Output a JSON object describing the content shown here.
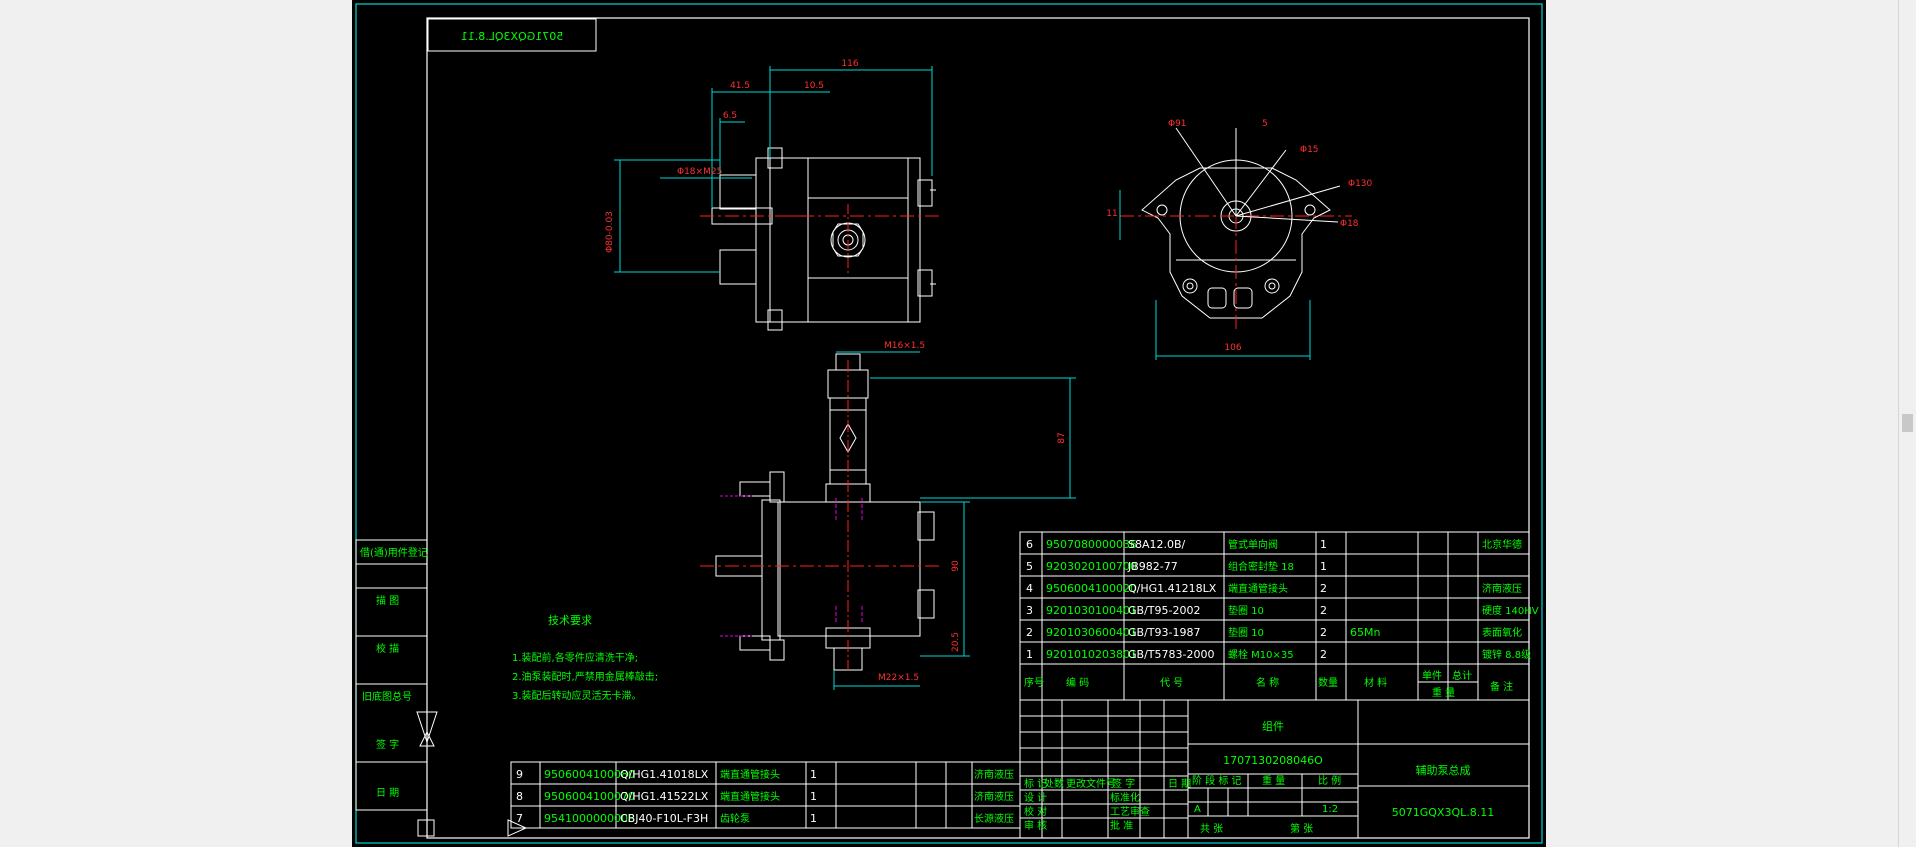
{
  "colors": {
    "background": "#000000",
    "frame": "#00d7d7",
    "outline": "#ffffff",
    "dimension": "#ff2020",
    "centerline": "#e000e0",
    "text": "#00ff00"
  },
  "stamp": {
    "code": "5071GQX3QL.8.11"
  },
  "dims": {
    "top_width": "116",
    "top_41": "41.5",
    "top_105": "10.5",
    "top_65": "6.5",
    "shaft": "Φ18×M25",
    "bore": "Φ80-0.03",
    "right_91": "Φ91",
    "right_key": "5",
    "right_phi15": "Φ15",
    "right_130": "Φ130",
    "right_phi18": "Φ18",
    "right_106": "106",
    "right_11": "11",
    "m16": "M16×1.5",
    "d87": "87",
    "d90": "90",
    "d205": "20.5",
    "m22": "M22×1.5"
  },
  "tech": {
    "title": "技术要求",
    "lines": [
      "1.装配前,各零件应清洗干净;",
      "2.油泵装配时,严禁用金属棒敲击;",
      "3.装配后转动应灵活无卡滞。"
    ]
  },
  "left_block": [
    "借(通)用件登记",
    "描 图",
    "校 描",
    "旧底图总号",
    "签 字",
    "日 期"
  ],
  "bom_upper": [
    {
      "no": "6",
      "code": "9507080000036",
      "std": "S8A12.0B/",
      "name": "管式单向阀",
      "qty": "1",
      "mat": "",
      "note": "北京华德"
    },
    {
      "no": "5",
      "code": "9203020100700",
      "std": "JB982-77",
      "name": "组合密封垫 18",
      "qty": "1",
      "mat": "",
      "note": ""
    },
    {
      "no": "4",
      "code": "9506004100020",
      "std": "Q/HG1.41218LX",
      "name": "端直通管接头",
      "qty": "2",
      "mat": "",
      "note": "济南液压"
    },
    {
      "no": "3",
      "code": "9201030100401",
      "std": "GB/T95-2002",
      "name": "垫圈 10",
      "qty": "2",
      "mat": "",
      "note": "硬度 140HV"
    },
    {
      "no": "2",
      "code": "9201030600401",
      "std": "GB/T93-1987",
      "name": "垫圈 10",
      "qty": "2",
      "mat": "65Mn",
      "note": "表面氧化"
    },
    {
      "no": "1",
      "code": "9201010203801",
      "std": "GB/T5783-2000",
      "name": "螺栓 M10×35",
      "qty": "2",
      "mat": "",
      "note": "镀锌 8.8级"
    }
  ],
  "bom_head": {
    "no": "序号",
    "code": "编 码",
    "std": "代 号",
    "name": "名 称",
    "qty": "数量",
    "mat": "材 料",
    "unit": "单件",
    "total": "总计",
    "weight": "重 量",
    "note": "备 注"
  },
  "bom_lower": [
    {
      "no": "9",
      "code": "9506004100080",
      "std": "Q/HG1.41018LX",
      "name": "端直通管接头",
      "qty": "1",
      "note": "济南液压"
    },
    {
      "no": "8",
      "code": "9506004100070",
      "std": "Q/HG1.41522LX",
      "name": "端直通管接头",
      "qty": "1",
      "note": "济南液压"
    },
    {
      "no": "7",
      "code": "9541000000008",
      "std": "CBJ40-F10L-F3H",
      "name": "齿轮泵",
      "qty": "1",
      "note": "长源液压"
    }
  ],
  "title_block": {
    "kind": "组件",
    "number": "1707130208046O",
    "name": "辅助泵总成",
    "code": "5071GQX3QL.8.11",
    "stage": "A",
    "scale": "1:2",
    "labels": [
      "设 计",
      "校 对",
      "审 核",
      "批 准",
      "工艺审查",
      "标准化",
      "日 期",
      "标 记",
      "处数",
      "更改文件号",
      "签 字",
      "阶 段 标 记",
      "重 量",
      "比 例",
      "共 张",
      "第 张"
    ]
  }
}
